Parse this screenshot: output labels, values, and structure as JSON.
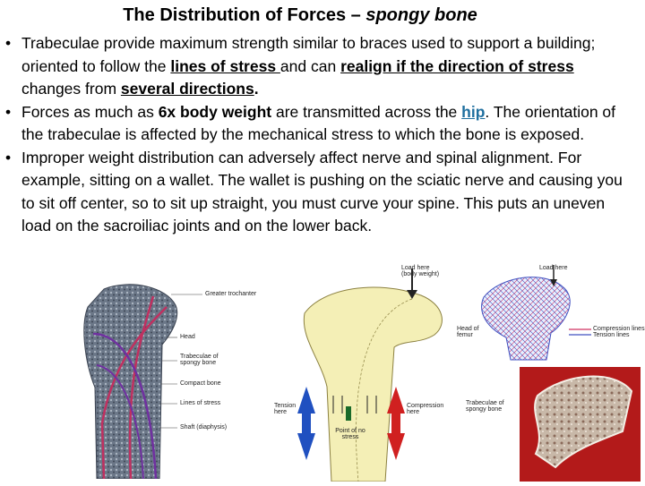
{
  "title": {
    "main": "The Distribution of Forces – ",
    "italic": "spongy bone"
  },
  "bullets": {
    "b1": {
      "t1": "Trabeculae provide maximum strength similar to braces used to support a building; oriented to follow the ",
      "u1": "lines of stress ",
      "t2": "and can ",
      "u2": "realign if the direction of stress",
      "t3": " changes from ",
      "u3": "several directions",
      "t4": "."
    },
    "b2": {
      "t1": "Forces as much as ",
      "bold": "6x body weight",
      "t2": " are transmitted across the ",
      "hip": "hip",
      "t3": ". The orientation of the trabeculae is affected by the mechanical stress to which the bone is exposed."
    },
    "b3": {
      "text": "Improper  weight distribution can adversely affect  nerve and spinal alignment. For example, sitting on a wallet. The wallet is pushing on the sciatic nerve and causing you to sit off center, so to sit up straight, you must curve your spine. This puts an uneven load on the sacroiliac joints and on the lower back."
    },
    "bullet_glyph": "•"
  },
  "figure_left": {
    "labels": {
      "greater_trochanter": "Greater trochanter",
      "head": "Head",
      "trabeculae": "Trabeculae of spongy bone",
      "compact": "Compact bone",
      "lines": "Lines of stress",
      "shaft": "Shaft (diaphysis)"
    }
  },
  "figure_center": {
    "labels": {
      "load": "Load here (body weight)",
      "head": "Head of femur",
      "tension": "Tension here",
      "compression": "Compression here",
      "point": "Point of no stress"
    }
  },
  "figure_right": {
    "labels": {
      "load": "Load here",
      "compression_lines": "Compression lines",
      "tension_lines": "Tension lines",
      "trabeculae": "Trabeculae of spongy bone"
    }
  },
  "colors": {
    "hip": "#1f6f9f",
    "stress_lines": "#c03060",
    "tension_arrow": "#2050c0",
    "compression_arrow": "#d02020"
  }
}
